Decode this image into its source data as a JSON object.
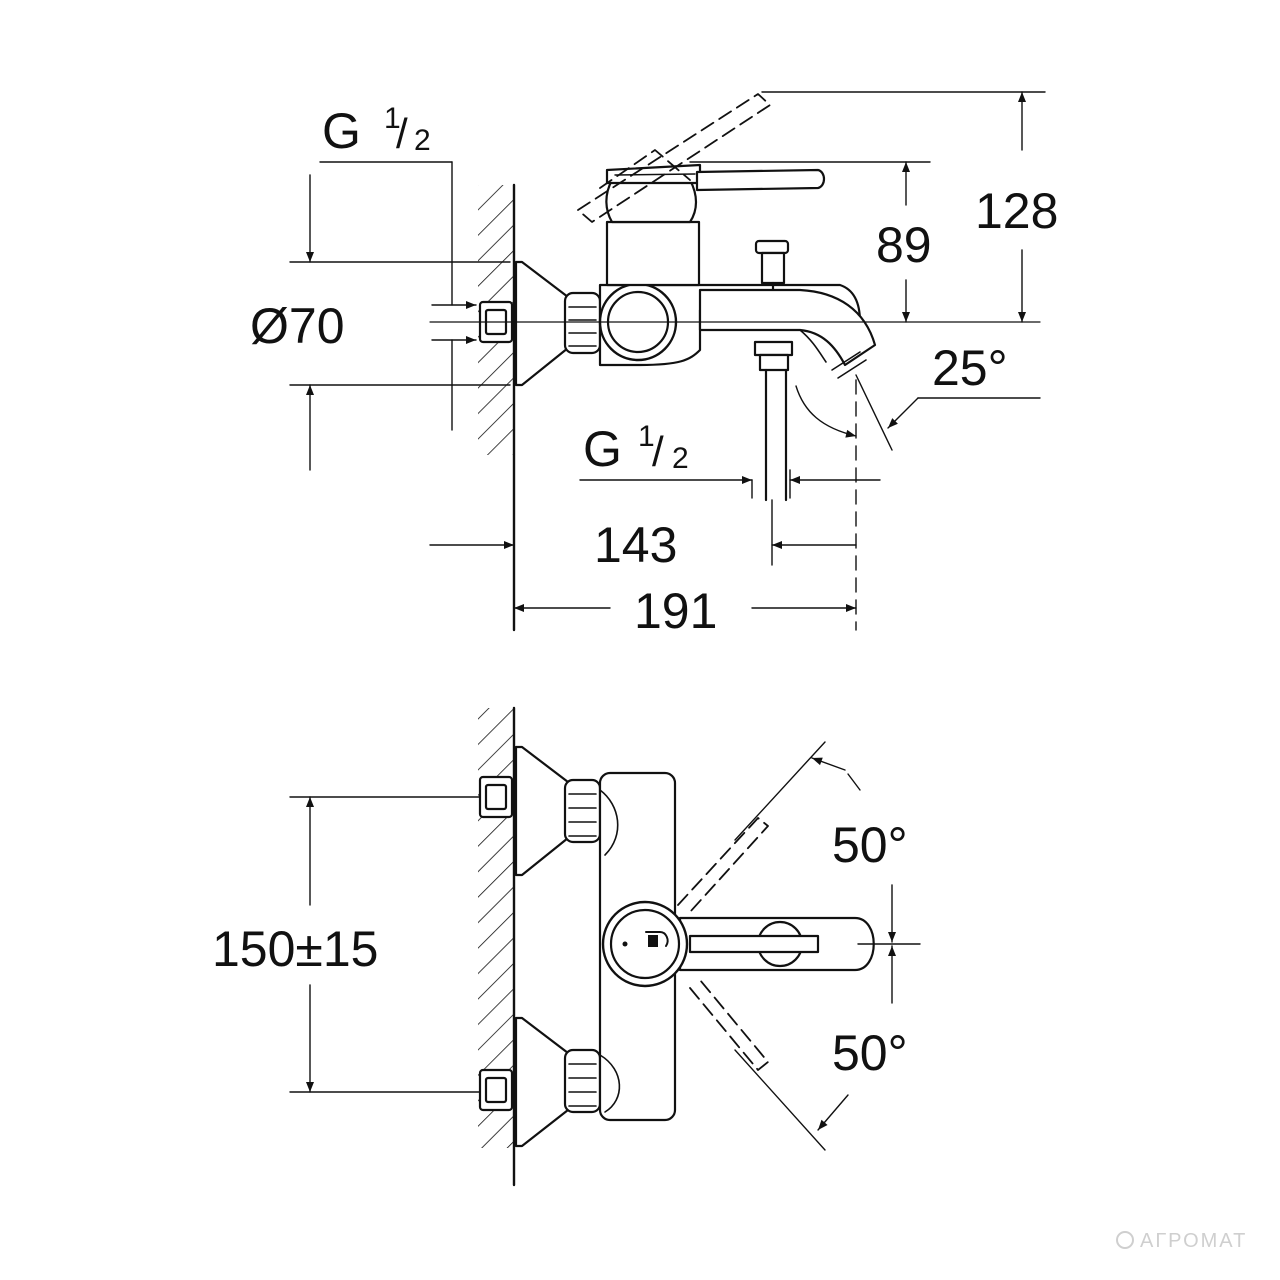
{
  "top_view": {
    "g_half_upper": {
      "prefix": "G",
      "num": "1",
      "sep": "/",
      "den": "2"
    },
    "g_half_lower": {
      "prefix": "G",
      "num": "1",
      "sep": "/",
      "den": "2"
    },
    "diameter": "Ø70",
    "height_89": "89",
    "height_128": "128",
    "angle_spout": "25°",
    "width_143": "143",
    "width_191": "191"
  },
  "bottom_view": {
    "spacing": "150±15",
    "angle_up": "50°",
    "angle_down": "50°"
  },
  "watermark": {
    "text": "АГРОМАТ"
  },
  "colors": {
    "ink": "#111111",
    "watermark": "#cfcfcf"
  }
}
